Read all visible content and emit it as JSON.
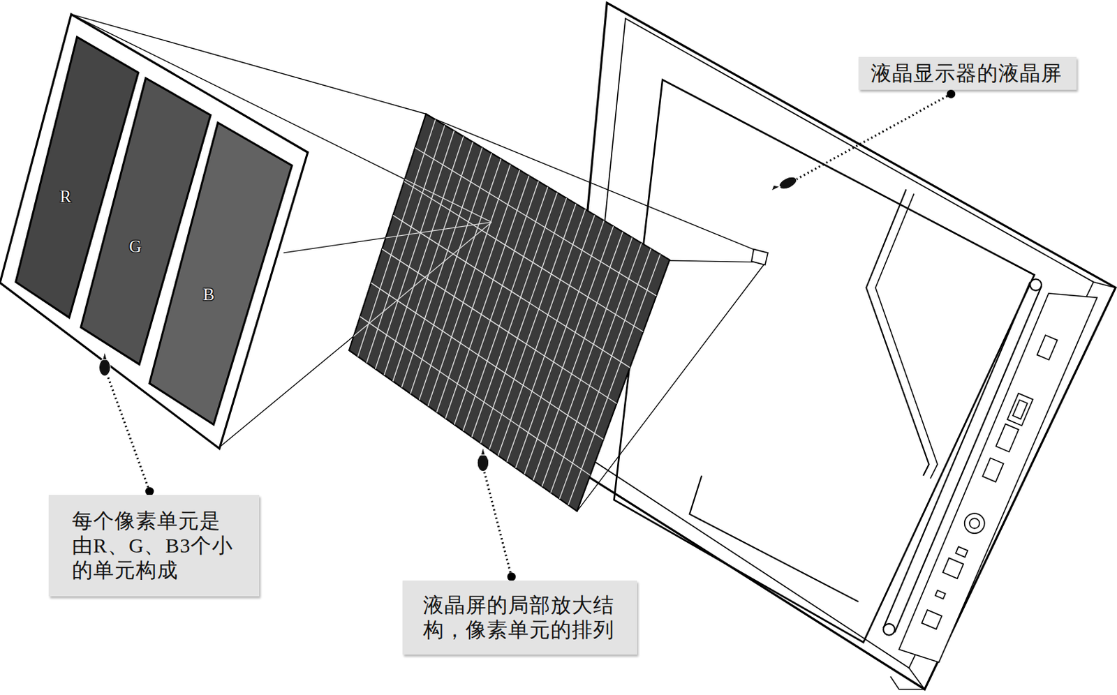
{
  "diagram": {
    "nodes": [
      {
        "text": [
          "R"
        ]
      },
      {
        "text": [
          "G"
        ]
      },
      {
        "text": [
          "B"
        ]
      },
      {
        "text": [
          "液晶显示器的液晶屏"
        ]
      },
      {
        "text": [
          "每个像素单元是 由R、G、B3个小 的单元构成"
        ]
      },
      {
        "text": [
          "液晶屏的局部放大结 构，像素单元的排列"
        ]
      }
    ]
  }
}
